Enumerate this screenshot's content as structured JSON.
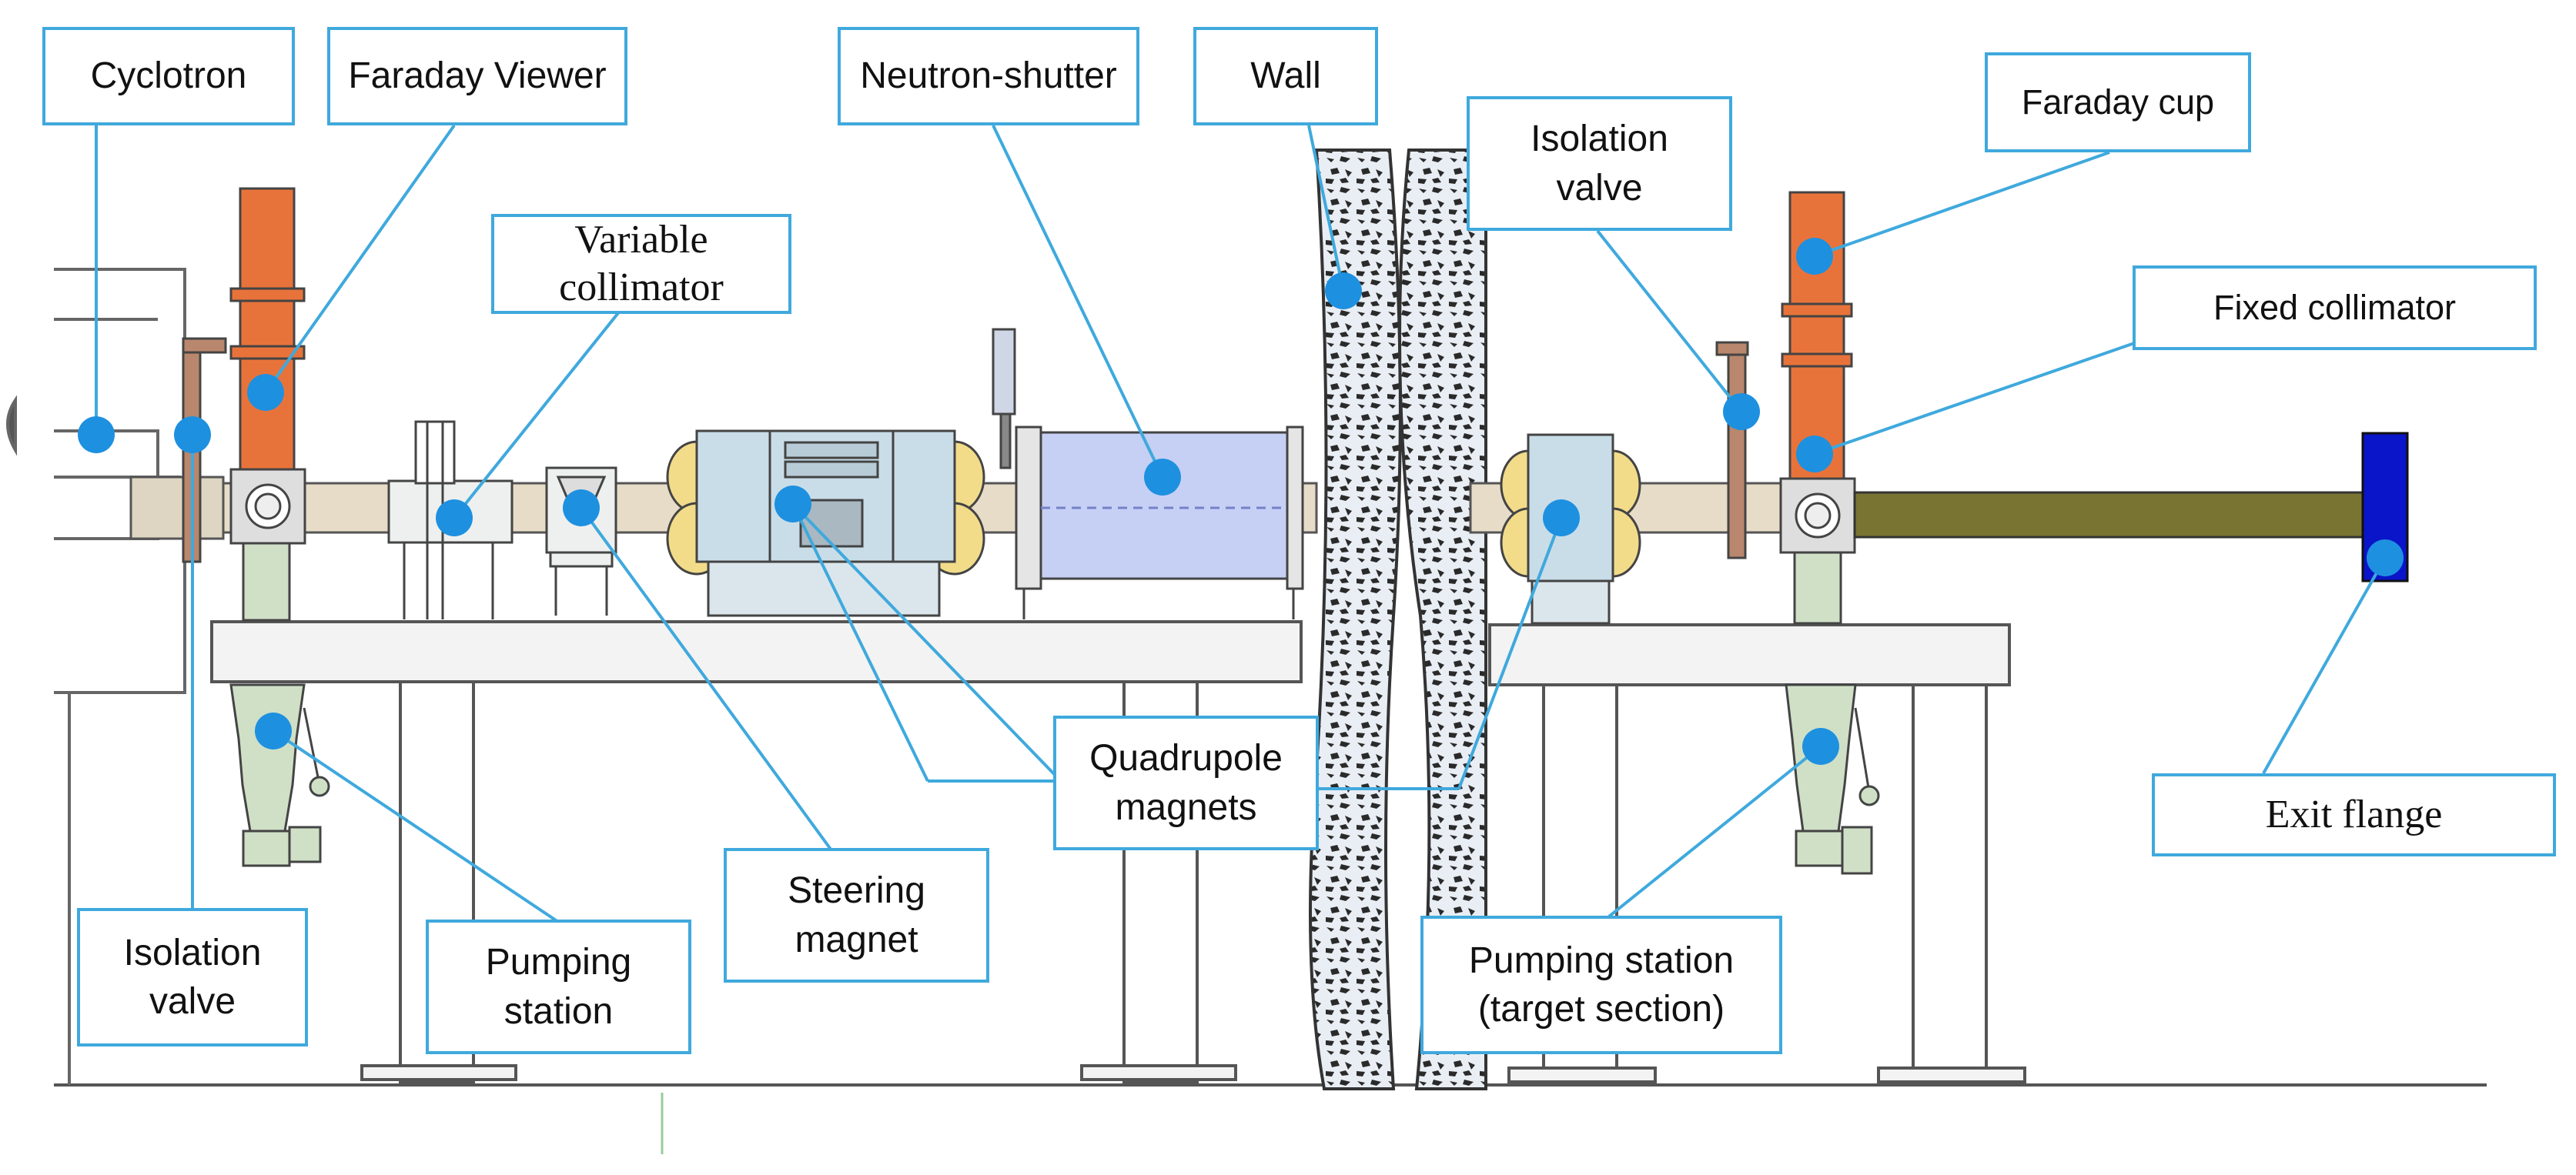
{
  "diagram": {
    "labels": {
      "cyclotron": "Cyclotron",
      "faraday_viewer": "Faraday Viewer",
      "variable_collimator": "Variable\ncollimator",
      "neutron_shutter": "Neutron-shutter",
      "wall": "Wall",
      "isolation_valve_target": "Isolation\nvalve",
      "faraday_cup": "Faraday cup",
      "fixed_collimator": "Fixed collimator",
      "quadrupole_magnets": "Quadrupole\nmagnets",
      "steering_magnet": "Steering\nmagnet",
      "pumping_station": "Pumping\nstation",
      "isolation_valve_cyclotron": "Isolation\nvalve",
      "pumping_station_target": "Pumping station\n(target section)",
      "exit_flange": "Exit flange"
    },
    "colors": {
      "label_border": "#3fa9dd",
      "callout_line": "#3fa9dd",
      "callout_dot": "#1e90e0",
      "faraday_orange": "#e8733a",
      "quadrupole_yellow": "#f2dc8a",
      "magnet_body": "#c9dde8",
      "shutter_blue": "#c6d0f4",
      "beam_pipe_olive": "#7a7432",
      "exit_flange_blue": "#0a14c8",
      "support_green": "#cfe0c7",
      "wall_fill": "#e9eef4",
      "wall_speckle": "#2a2a2a"
    }
  }
}
